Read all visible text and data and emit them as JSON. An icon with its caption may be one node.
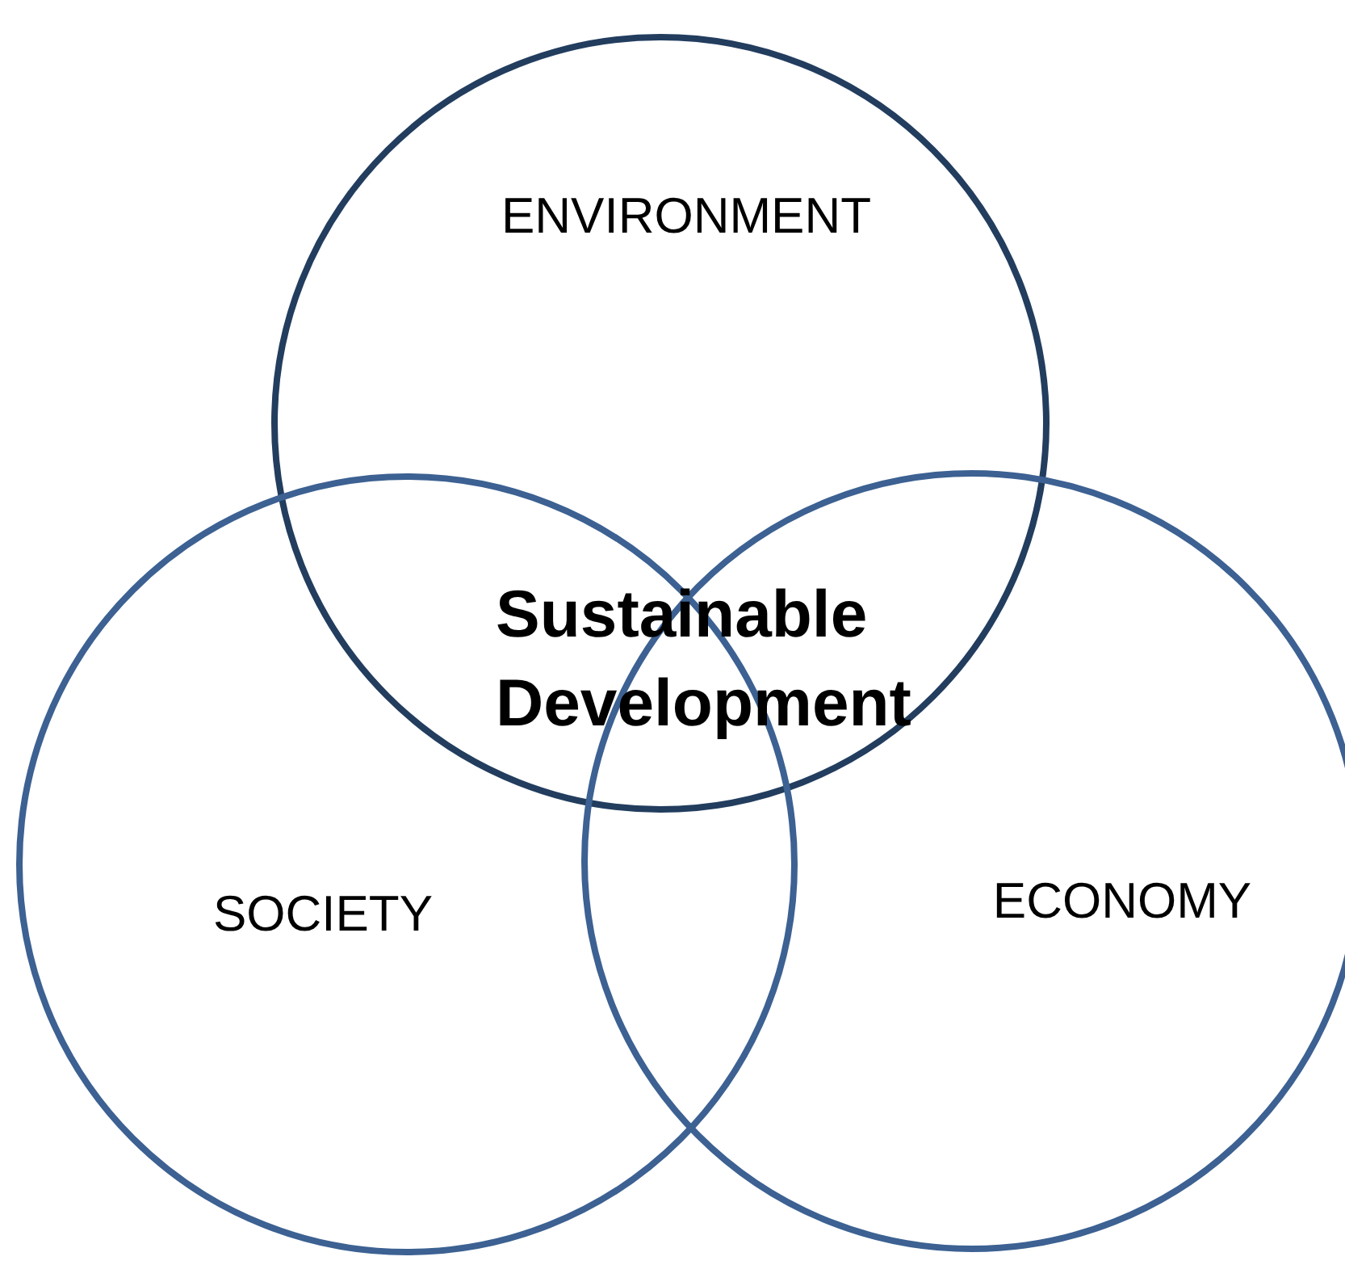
{
  "diagram": {
    "nodes": [
      {
        "text": [
          "ENVIRONMENT"
        ]
      },
      {
        "text": [
          "SOCIETY"
        ]
      },
      {
        "text": [
          "ECONOMY"
        ]
      }
    ],
    "edges": [],
    "labels": [
      "Sustainable Development"
    ]
  }
}
